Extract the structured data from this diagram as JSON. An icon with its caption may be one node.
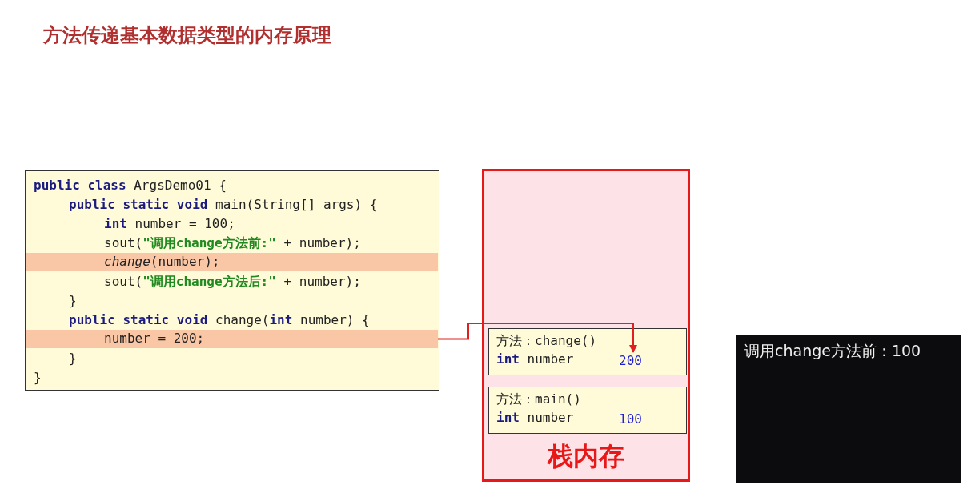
{
  "diagram": {
    "title": "方法传递基本数据类型的内存原理",
    "nodes": [
      {
        "text": [
          "**public class** ArgsDemo01 {",
          "**public static void** main(String[] args) {",
          "**int** number = 100;",
          "sout(**\"调用change方法前:\"** + number);",
          "sout(**\"调用change方法后:\"** + number);",
          "}",
          "**public static void** change(**int** number) {",
          "}",
          "}"
        ]
      },
      {
        "text": [
          "*change*(number);"
        ],
        "in": 0
      },
      {
        "text": [
          "number = 200;"
        ],
        "in": 0
      },
      {
        "text": [
          "栈内存"
        ]
      },
      {
        "text": [
          "方法：change()",
          "**int** number"
        ],
        "in": 3
      },
      {
        "text": [
          "200"
        ],
        "in": 4
      },
      {
        "text": [
          "方法：main()",
          "**int** number"
        ],
        "in": 3
      },
      {
        "text": [
          "100"
        ],
        "in": 6
      },
      {
        "text": [
          "调用change方法前：100"
        ]
      }
    ],
    "edges": [
      {
        "from": 2,
        "to": 5,
        "arrow": "to",
        "color": "#e02020"
      }
    ]
  }
}
